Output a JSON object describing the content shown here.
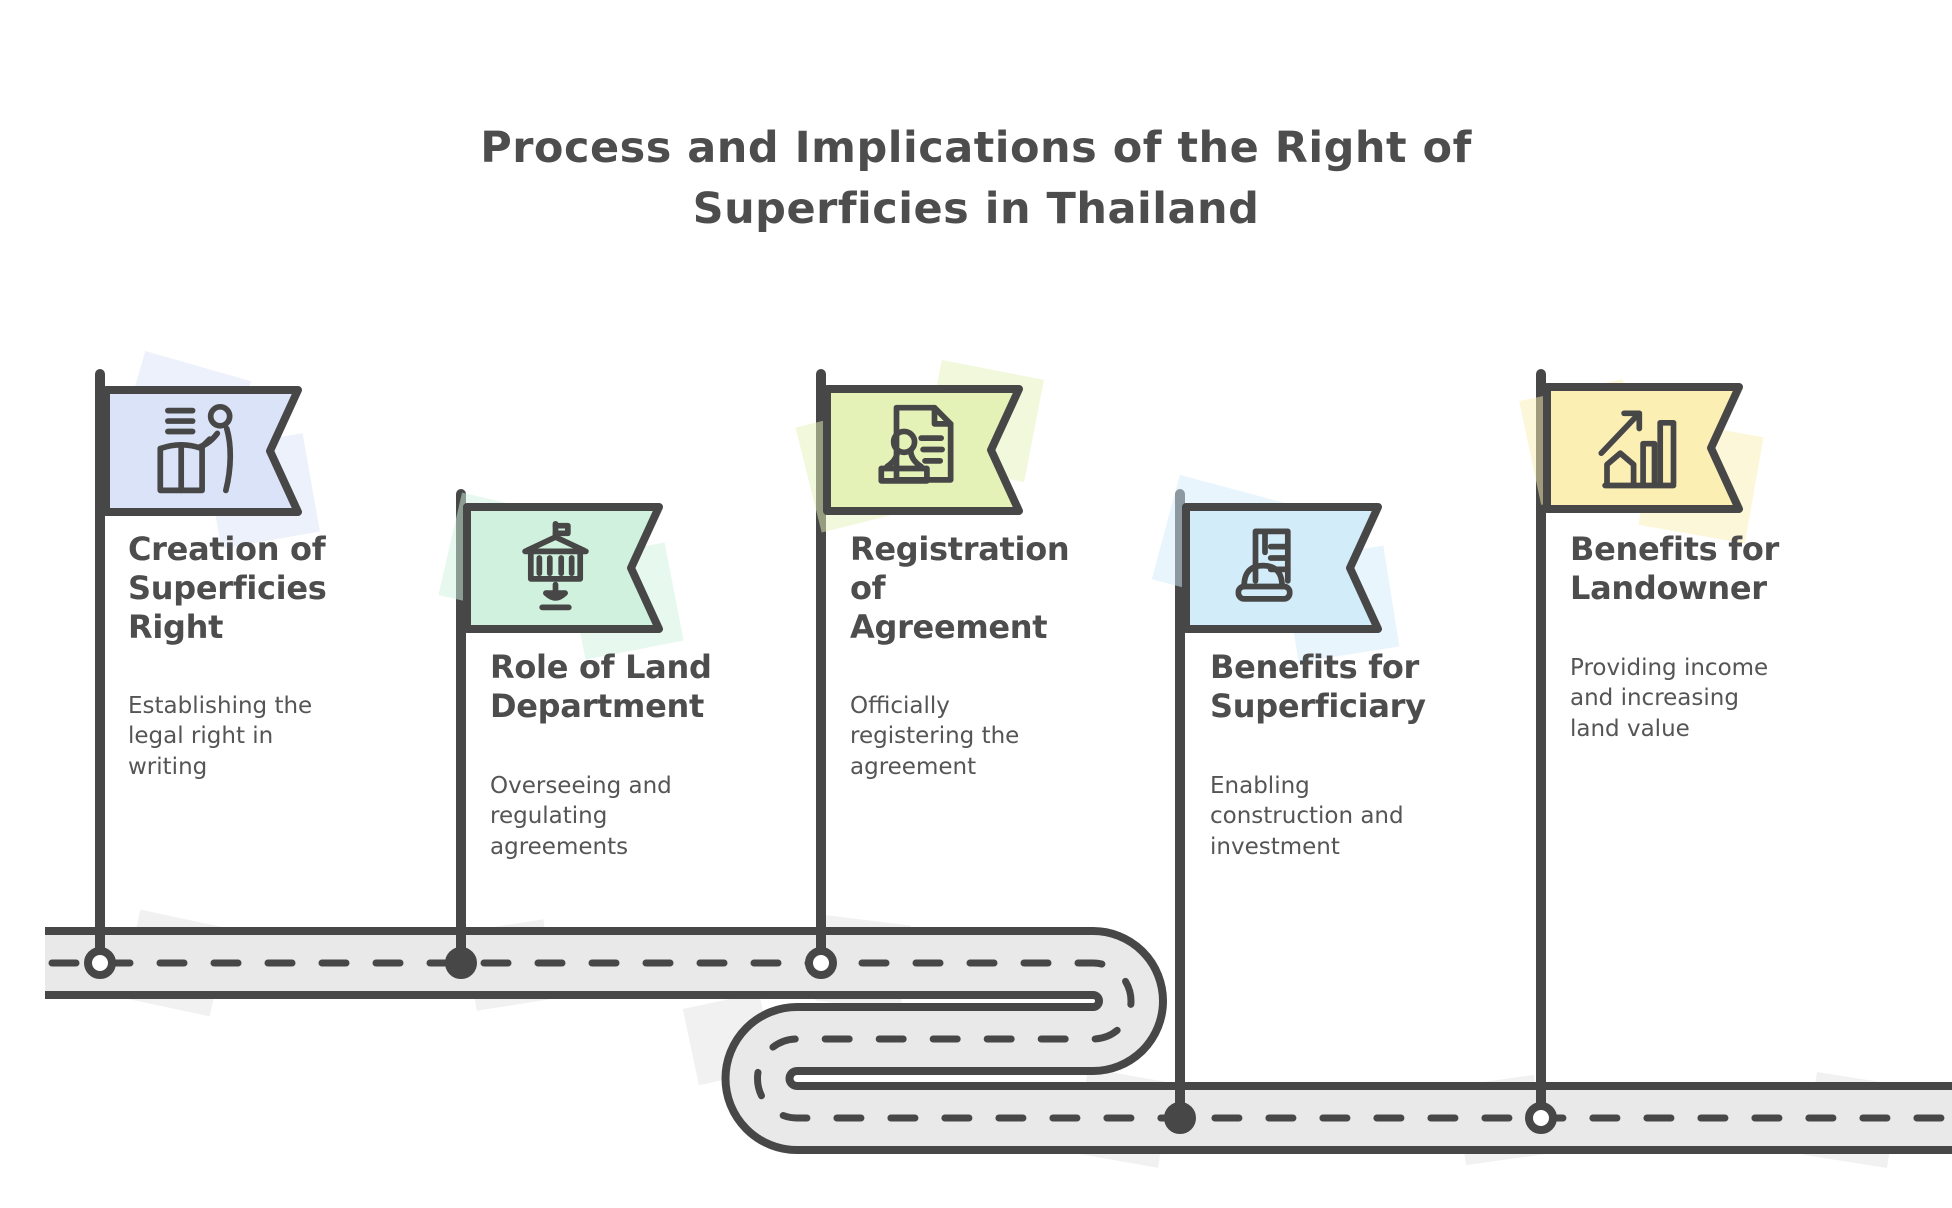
{
  "title": "Process and Implications of the Right of\nSuperficies in Thailand",
  "colors": {
    "ink": "#474747",
    "text": "#4d4d4d",
    "road": "#e9e9e9",
    "road_patch": "#f1f1f1",
    "background": "#ffffff"
  },
  "road": {
    "shape": "serpentine-3-segments",
    "marking": "dashed-center-line"
  },
  "flags": [
    {
      "id": "creation",
      "icon": "person-writing-desk-icon",
      "color": "#dbe3f8",
      "title": "Creation of\nSuperficies\nRight",
      "subtitle": "Establishing the\nlegal right in\nwriting"
    },
    {
      "id": "land-department",
      "icon": "government-building-icon",
      "color": "#cff1de",
      "title": "Role of Land\nDepartment",
      "subtitle": "Overseeing and\nregulating\nagreements"
    },
    {
      "id": "registration",
      "icon": "document-stamp-icon",
      "color": "#e4f2b8",
      "title": "Registration\nof\nAgreement",
      "subtitle": "Officially\nregistering the\nagreement"
    },
    {
      "id": "superficiary",
      "icon": "building-hardhat-icon",
      "color": "#d3ecf9",
      "title": "Benefits for\nSuperficiary",
      "subtitle": "Enabling\nconstruction and\ninvestment"
    },
    {
      "id": "landowner",
      "icon": "house-growth-icon",
      "color": "#fbefb4",
      "title": "Benefits for\nLandowner",
      "subtitle": "Providing income\nand increasing\nland value"
    }
  ]
}
